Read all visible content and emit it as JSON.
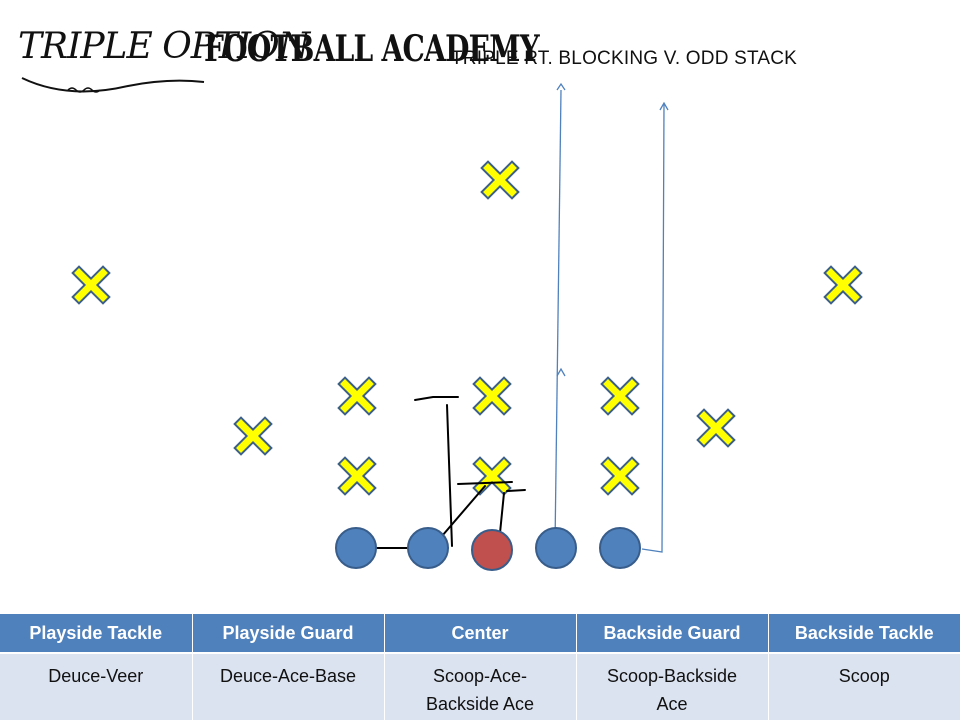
{
  "logo": {
    "part1": "TRIPLE OPTION",
    "part2": "FOOTBALL ACADEMY"
  },
  "title": "TRIPLE RT. BLOCKING V. ODD STACK",
  "colors": {
    "defender_fill": "#ffff00",
    "defender_stroke": "#3b5f8a",
    "lineman_fill": "#4f81bd",
    "center_fill": "#c0504d",
    "lineman_stroke": "#385d8a",
    "header_bg": "#4f81bd",
    "row_bg": "#dce3f0",
    "route_line": "#4f81bd",
    "block_line": "#000000"
  },
  "table": {
    "headers": [
      "Playside Tackle",
      "Playside Guard",
      "Center",
      "Backside Guard",
      "Backside Tackle"
    ],
    "cells": [
      [
        "Deuce-Veer"
      ],
      [
        "Deuce-Ace-Base"
      ],
      [
        "Scoop-Ace-",
        "Backside Ace"
      ],
      [
        "Scoop-Backside",
        "Ace"
      ],
      [
        "Scoop"
      ]
    ]
  }
}
